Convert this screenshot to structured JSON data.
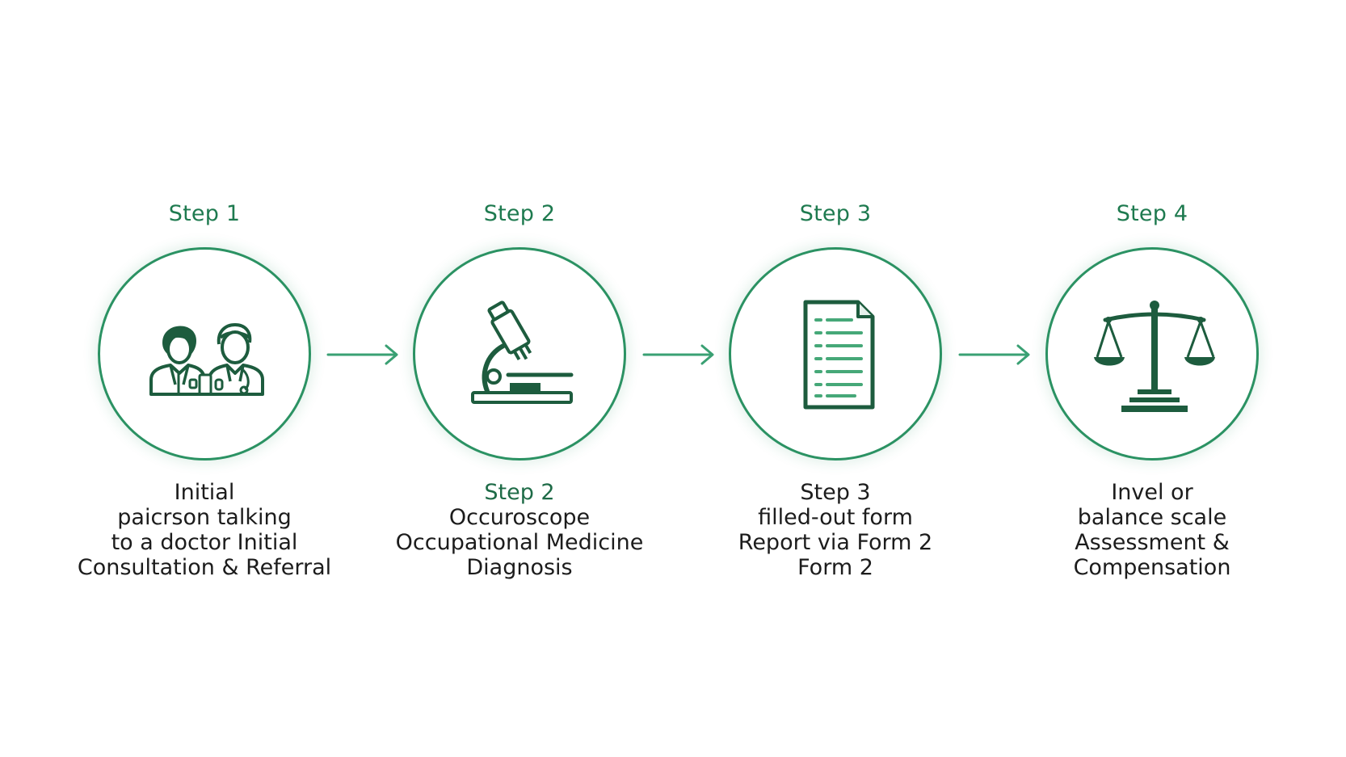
{
  "colors": {
    "accent": "#1e7a4f",
    "circle_border": "#2b9263",
    "icon_dark": "#1d5c3e",
    "icon_light": "#46a878",
    "arrow": "#3aa073"
  },
  "steps": [
    {
      "heading": "Step 1",
      "icon": "doctors-icon",
      "caption": [
        "Initial",
        "paicrson talking",
        "to a doctor Initial",
        "Consultation & Referral"
      ]
    },
    {
      "heading": "Step 2",
      "icon": "microscope-icon",
      "caption": [
        "Step 2",
        "Occuroscope",
        "Occupational Medicine",
        "Diagnosis"
      ]
    },
    {
      "heading": "Step 3",
      "icon": "form-document-icon",
      "caption": [
        "Step 3",
        "filled-out form",
        "Report via Form 2",
        "Form 2"
      ]
    },
    {
      "heading": "Step 4",
      "icon": "balance-scale-icon",
      "caption": [
        "Invel or",
        "balance scale",
        "Assessment &",
        "Compensation"
      ]
    }
  ]
}
